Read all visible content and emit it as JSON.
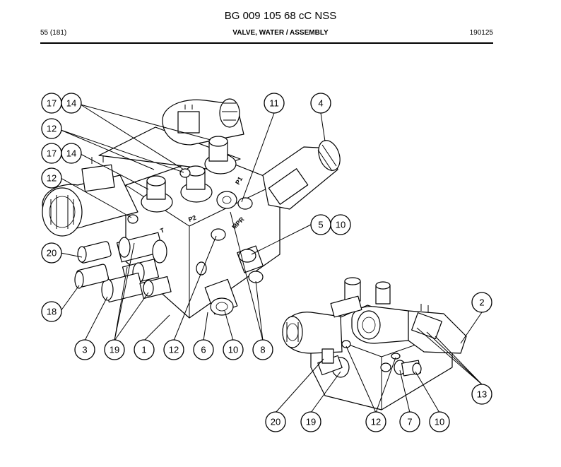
{
  "header": {
    "title": "BG 009 105 68 cC NSS",
    "page_ref": "55 (181)",
    "subtitle": "VALVE, WATER / ASSEMBLY",
    "doc_number": "190125"
  },
  "port_labels": {
    "t": "T",
    "p2": "P2",
    "p1": "P1",
    "mpr": "MPR"
  },
  "callouts": {
    "c17a": "17",
    "c14a": "14",
    "c11": "11",
    "c4": "4",
    "c12a": "12",
    "c17b": "17",
    "c14b": "14",
    "c12b": "12",
    "c5": "5",
    "c10a": "10",
    "c20a": "20",
    "c18": "18",
    "c3": "3",
    "c19a": "19",
    "c1": "1",
    "c12c": "12",
    "c6": "6",
    "c10b": "10",
    "c8": "8",
    "c2": "2",
    "c13": "13",
    "c20b": "20",
    "c19b": "19",
    "c12d": "12",
    "c7": "7",
    "c10c": "10"
  }
}
